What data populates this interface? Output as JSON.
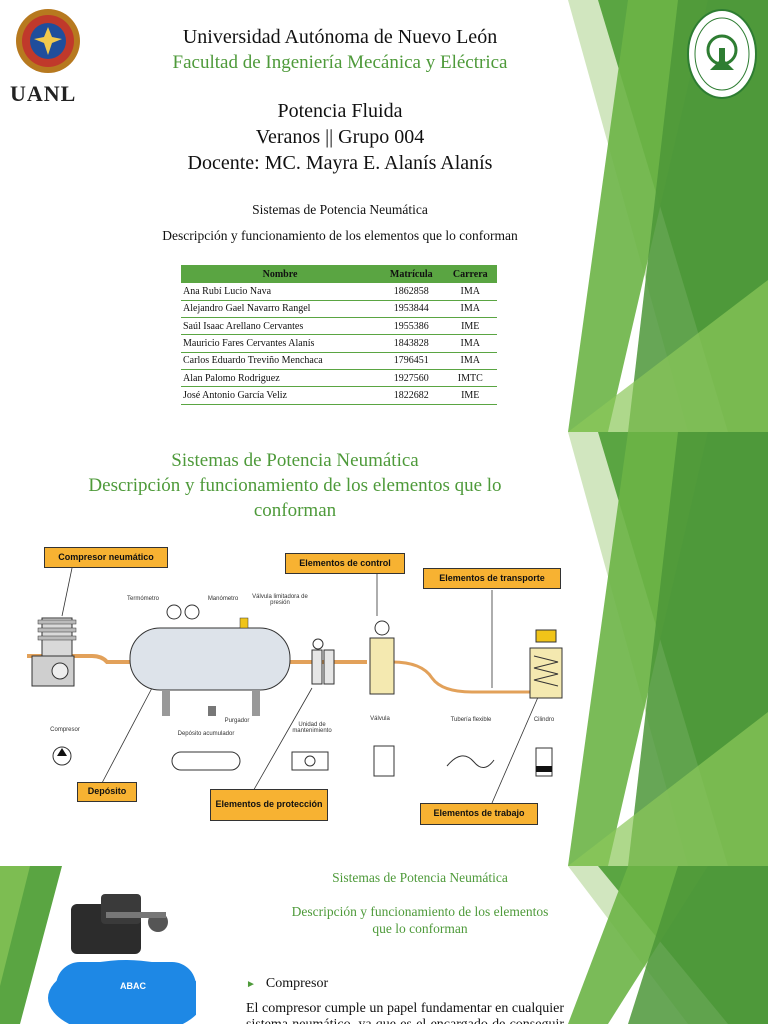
{
  "slide1": {
    "university": "Universidad Autónoma de Nuevo León",
    "faculty": "Facultad de Ingeniería Mecánica y Eléctrica",
    "logo_text": "UANL",
    "course": "Potencia Fluida",
    "group": "Veranos || Grupo 004",
    "teacher": "Docente: MC. Mayra E. Alanís Alanís",
    "topic": "Sistemas de Potencia Neumática",
    "subtitle": "Descripción y funcionamiento de los elementos que lo conforman",
    "table": {
      "headers": [
        "Nombre",
        "Matrícula",
        "Carrera"
      ],
      "rows": [
        [
          "Ana Rubí Lucio Nava",
          "1862858",
          "IMA"
        ],
        [
          "Alejandro Gael Navarro Rangel",
          "1953844",
          "IMA"
        ],
        [
          "Saúl Isaac Arellano Cervantes",
          "1955386",
          "IME"
        ],
        [
          "Mauricio Fares Cervantes Alanís",
          "1843828",
          "IMA"
        ],
        [
          "Carlos Eduardo Treviño Menchaca",
          "1796451",
          "IMA"
        ],
        [
          "Alan Palomo Rodriguez",
          "1927560",
          "IMTC"
        ],
        [
          "José Antonio García Veliz",
          "1822682",
          "IME"
        ]
      ]
    },
    "colors": {
      "accent_green": "#5aa542",
      "text_green": "#4e9a3a"
    }
  },
  "slide2": {
    "title_line1": "Sistemas de Potencia Neumática",
    "title_line2": "Descripción y funcionamiento de los elementos que lo",
    "title_line3": "conforman",
    "labels": {
      "compresor": "Compresor neumático",
      "control": "Elementos de control",
      "transporte": "Elementos de transporte",
      "deposito": "Depósito",
      "proteccion": "Elementos de protección",
      "trabajo": "Elementos de trabajo"
    },
    "small": {
      "termometro": "Termómetro",
      "manometro": "Manómetro",
      "valvula_lim": "Válvula limitadora de presión",
      "purgador": "Purgador",
      "deposito_acum": "Depósito acumulador",
      "compresor": "Compresor",
      "unidad": "Unidad de mantenimiento",
      "valvula": "Válvula",
      "tuberia": "Tubería flexible",
      "cilindro": "Cilindro"
    }
  },
  "slide3": {
    "title_line1": "Sistemas de Potencia Neumática",
    "title_line2": "Descripción y funcionamiento de los elementos",
    "title_line3": "que lo conforman",
    "bullet": "Compresor",
    "paragraph": "El compresor cumple un papel fundamentar en cualquier sistema neumático, ya que es el encargado de conseguir que",
    "compressor_brand": "ABAC"
  }
}
